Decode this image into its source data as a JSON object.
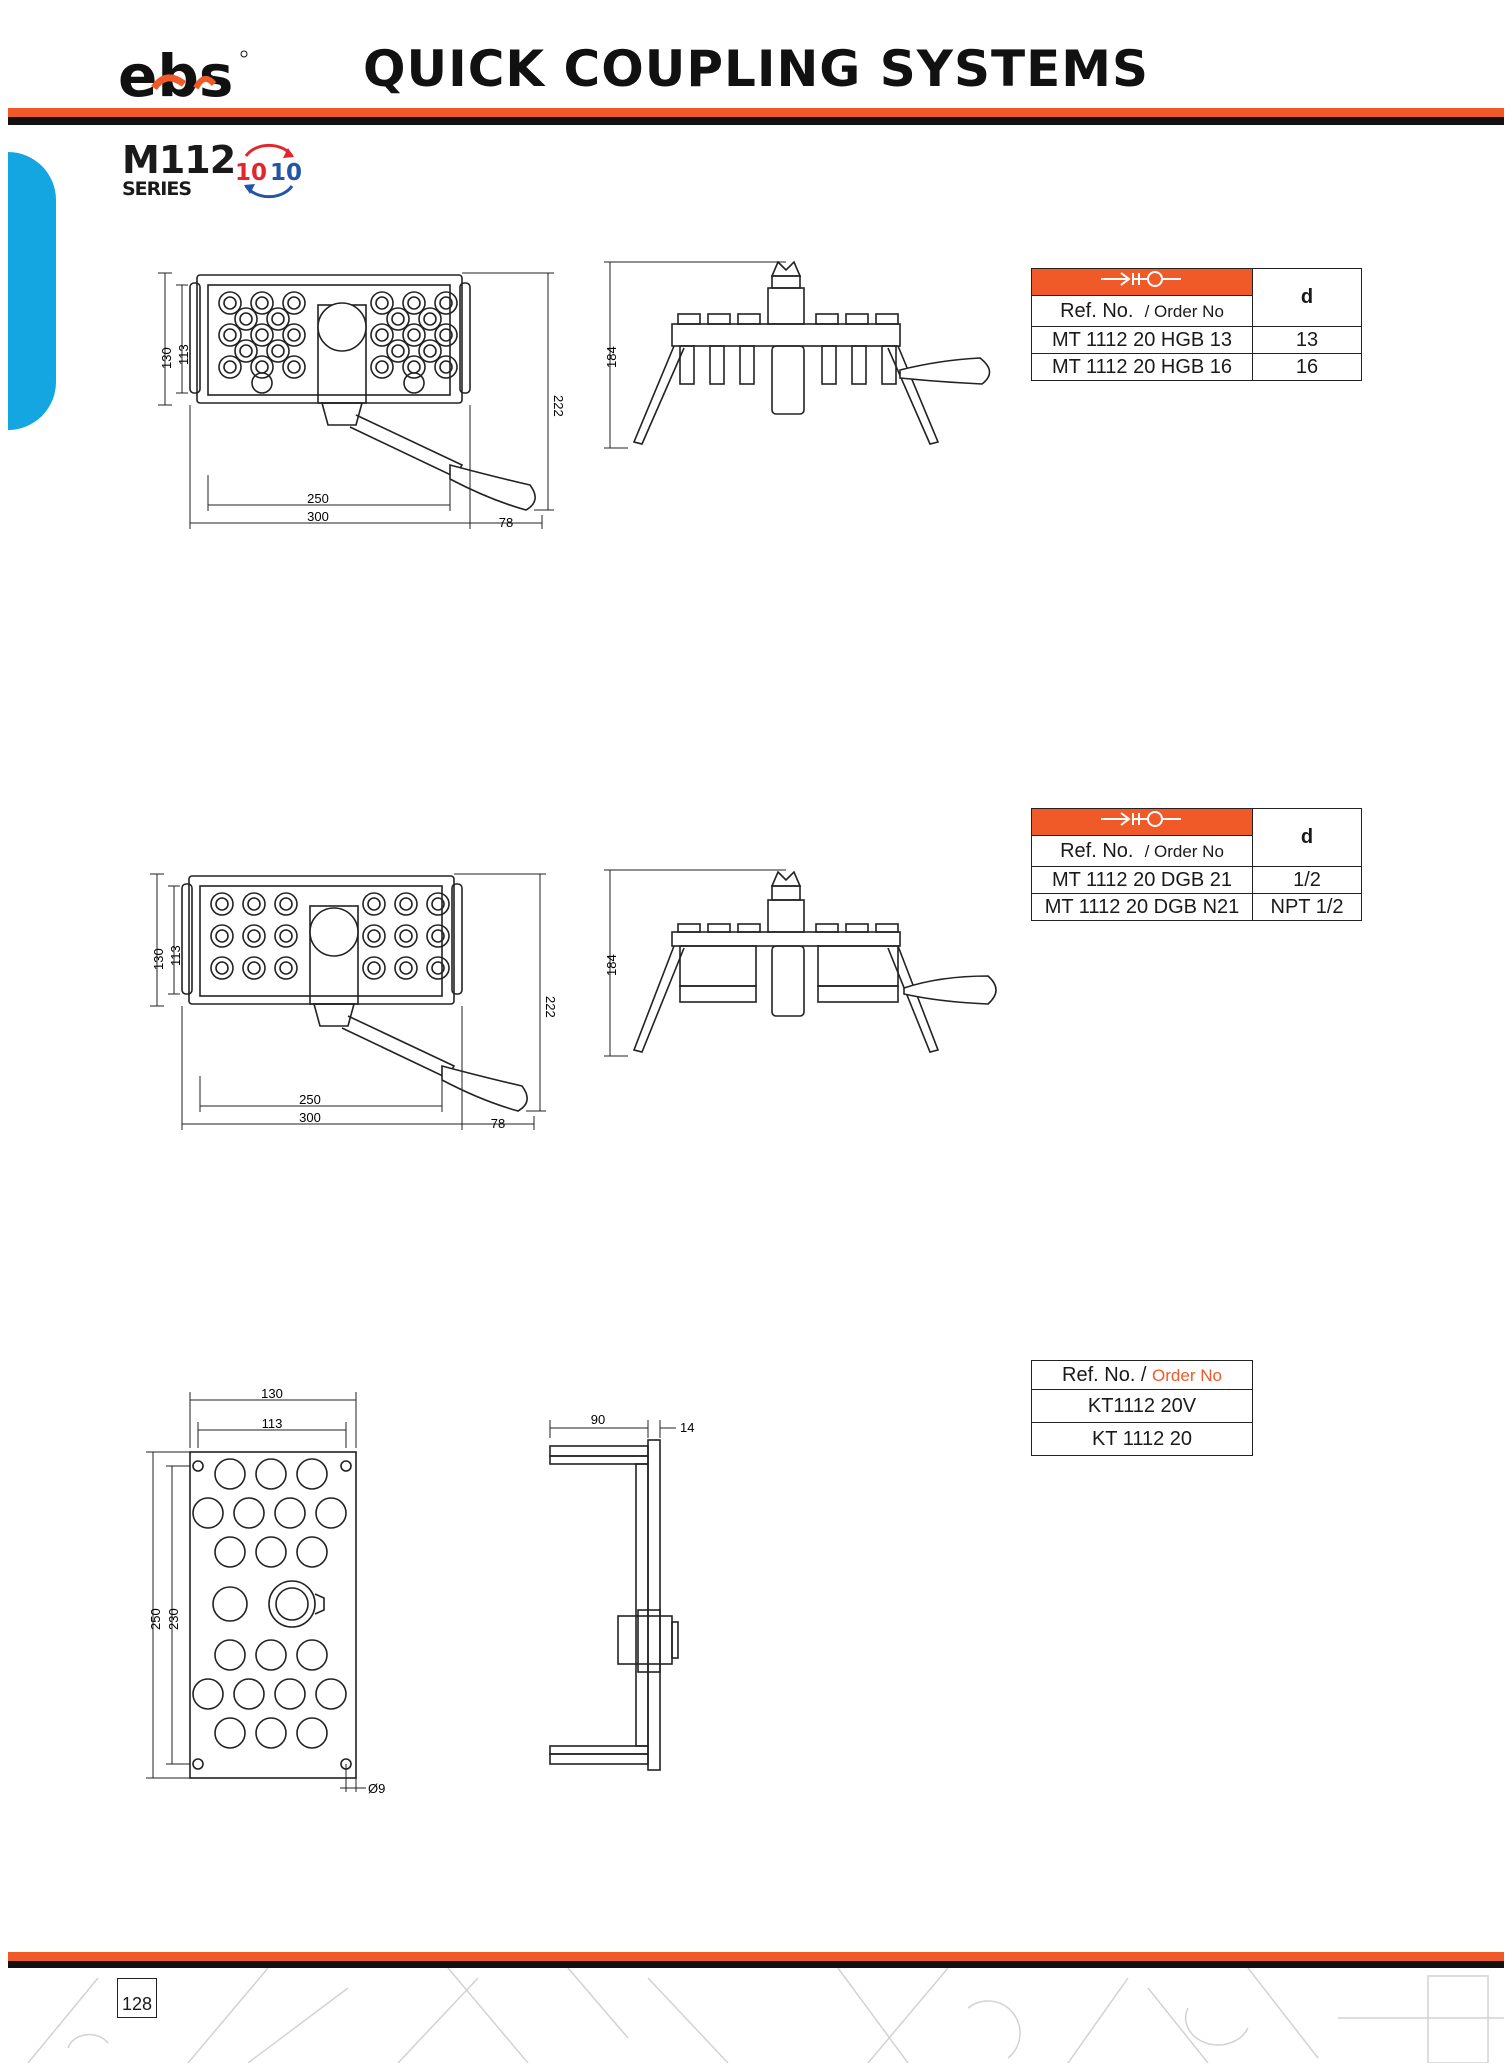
{
  "header": {
    "logo_text": "ebs",
    "title": "QUICK COUPLING SYSTEMS"
  },
  "series": {
    "code": "M112",
    "label": "SERIES",
    "badge": {
      "left": "10",
      "right": "10"
    }
  },
  "colors": {
    "accent_orange": "#f05a28",
    "dark": "#111111",
    "side_tab_blue": "#13a6e0",
    "badge_red": "#e3262e",
    "badge_blue": "#2255a4"
  },
  "sections": [
    {
      "drawing_dims": {
        "d130": "130",
        "d113": "113",
        "d222": "222",
        "d250": "250",
        "d300": "300",
        "d78": "78",
        "d184": "184"
      },
      "table": {
        "ref_label": "Ref. No.",
        "order_label": "/ Order No",
        "d_label": "d",
        "rows": [
          {
            "ref": "MT 1112 20 HGB 13",
            "d": "13"
          },
          {
            "ref": "MT 1112 20 HGB 16",
            "d": "16"
          }
        ]
      }
    },
    {
      "drawing_dims": {
        "d130": "130",
        "d113": "113",
        "d222": "222",
        "d250": "250",
        "d300": "300",
        "d78": "78",
        "d184": "184"
      },
      "table": {
        "ref_label": "Ref. No.",
        "order_label": "/ Order No",
        "d_label": "d",
        "rows": [
          {
            "ref": "MT 1112 20 DGB 21",
            "d": "1/2"
          },
          {
            "ref": "MT 1112 20 DGB N21",
            "d": "NPT 1/2"
          }
        ]
      }
    },
    {
      "drawing_dims": {
        "d130": "130",
        "d113": "113",
        "d250": "250",
        "d230": "230",
        "d9": "Ø9",
        "d90": "90",
        "d14": "14"
      },
      "table": {
        "ref_label": "Ref. No.",
        "order_label": "Order No",
        "rows": [
          {
            "ref": "KT1112 20V"
          },
          {
            "ref": "KT 1112 20"
          }
        ]
      }
    }
  ],
  "footer": {
    "page_number": "128"
  }
}
